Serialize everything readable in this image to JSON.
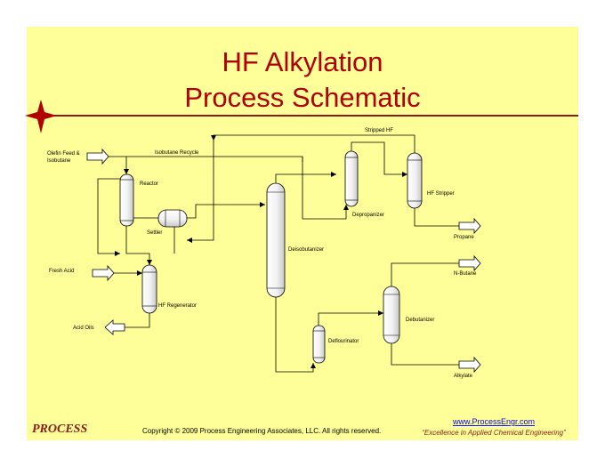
{
  "slide": {
    "title_line1": "HF Alkylation",
    "title_line2": "Process Schematic",
    "background_color": "#FFFF99",
    "title_color": "#B00000",
    "rule_color": "#8B1A1A"
  },
  "diagram": {
    "streams": {
      "olefin_feed_line1": "Olefin Feed &",
      "olefin_feed_line2": "Isobutane",
      "isobutane_recycle": "Isobutane Recycle",
      "stripped_hf": "Stripped HF",
      "fresh_acid": "Fresh Acid",
      "acid_oils": "Acid Oils",
      "propane": "Propane",
      "n_butane": "N-Butane",
      "alkylate": "Alkylate"
    },
    "equipment": {
      "reactor": "Reactor",
      "settler": "Settler",
      "hf_regenerator": "HF Regenerator",
      "deisobutanizer": "Deisobutanizer",
      "depropanizer": "Depropanizer",
      "hf_stripper": "HF Stripper",
      "debutanizer": "Debutanizer",
      "deflourinator": "Deflourinator"
    }
  },
  "footer": {
    "brand": "PROCESS",
    "copyright": "Copyright © 2009 Process Engineering Associates, LLC. All rights reserved.",
    "website": "www.ProcessEngr.com",
    "tagline": "“Excellence in Applied Chemical Engineering”"
  }
}
